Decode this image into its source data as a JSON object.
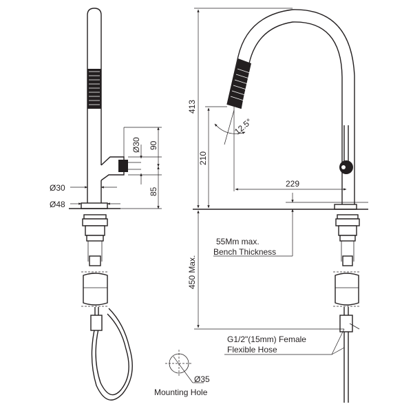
{
  "side_view": {
    "dim_30_vertical": "Ø30",
    "dim_90": "90",
    "dim_85": "85",
    "dim_30_horizontal": "Ø30",
    "dim_48": "Ø48"
  },
  "front_view": {
    "dim_413": "413",
    "dim_210": "210",
    "angle": "12.5°",
    "dim_229": "229",
    "bench_thickness_line1": "55Mm max.",
    "bench_thickness_line2": "Bench Thickness",
    "dim_450": "450 Max.",
    "hose_line1": "G1/2\"(15mm) Female",
    "hose_line2": "Flexible Hose"
  },
  "mounting_hole": {
    "diameter": "Ø35",
    "label": "Mounting Hole"
  },
  "colors": {
    "line": "#231f20",
    "background": "#ffffff"
  }
}
